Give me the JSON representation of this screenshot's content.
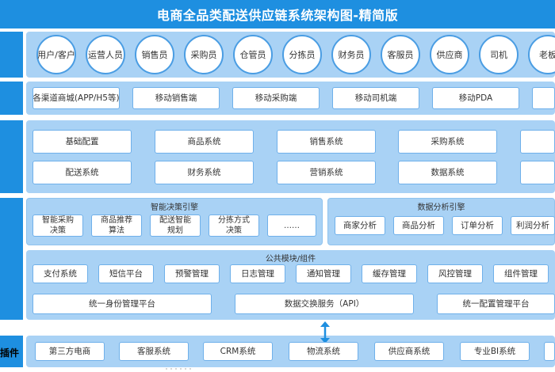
{
  "title": "电商全品类配送供应链系统架构图-精简版",
  "side_labels": {
    "plugins": "插件"
  },
  "users": [
    "用户/客户",
    "运营人员",
    "销售员",
    "采购员",
    "仓管员",
    "分拣员",
    "财务员",
    "客服员",
    "供应商",
    "司机",
    "老板"
  ],
  "channels": [
    "各渠道商城(APP/H5等)",
    "移动销售端",
    "移动采购端",
    "移动司机端",
    "移动PDA",
    ""
  ],
  "core_systems": {
    "row1": [
      "基础配置",
      "商品系统",
      "销售系统",
      "采购系统",
      ""
    ],
    "row2": [
      "配送系统",
      "财务系统",
      "营销系统",
      "数据系统",
      ""
    ]
  },
  "smart_engine": {
    "title": "智能决策引擎",
    "items": [
      "智能采购\n决策",
      "商品推荐\n算法",
      "配送智能\n规划",
      "分拣方式\n决策",
      "……"
    ]
  },
  "data_engine": {
    "title": "数据分析引擎",
    "items": [
      "商家分析",
      "商品分析",
      "订单分析",
      "利润分析"
    ]
  },
  "common_modules": {
    "title": "公共模块/组件",
    "row1": [
      "支付系统",
      "短信平台",
      "预警管理",
      "日志管理",
      "通知管理",
      "缓存管理",
      "风控管理",
      "组件管理"
    ],
    "row2": [
      "统一身份管理平台",
      "数据交换服务（API）",
      "统一配置管理平台"
    ]
  },
  "plugins": [
    "第三方电商",
    "客服系统",
    "CRM系统",
    "物流系统",
    "供应商系统",
    "专业BI系统",
    ""
  ],
  "colors": {
    "accent": "#1e8fe0",
    "band": "#a9d2f5",
    "border": "#6fb0ea"
  }
}
